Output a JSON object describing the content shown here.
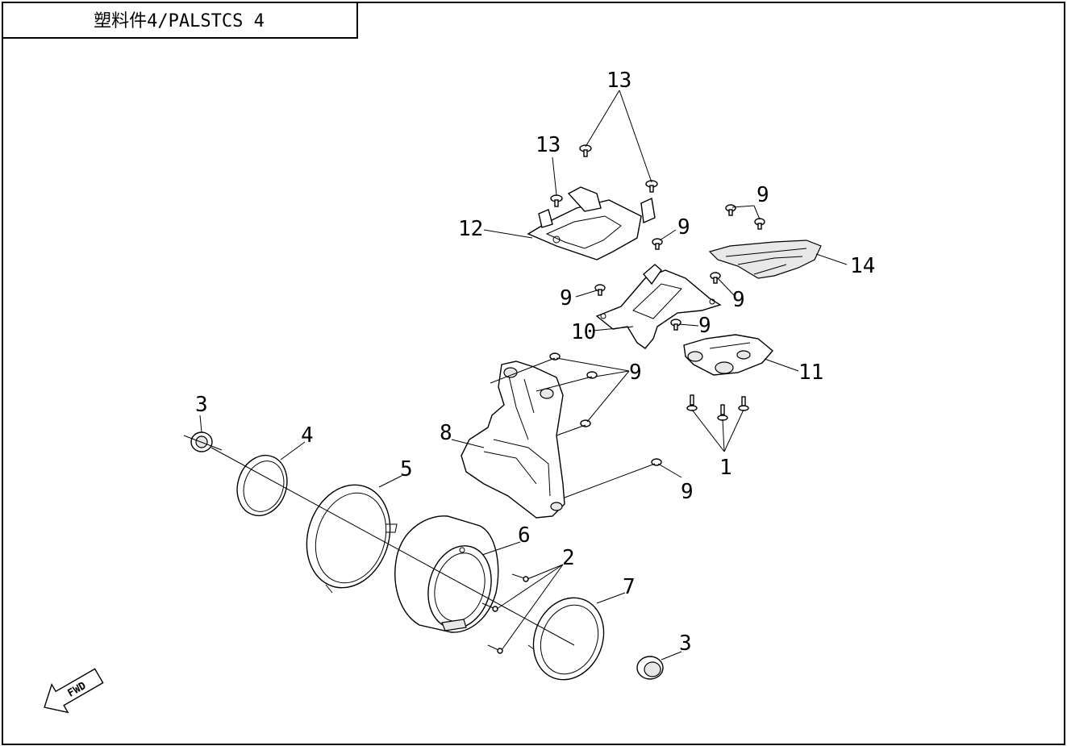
{
  "title": "塑料件4/PALSTCS 4",
  "fwd_label": "FWD",
  "callouts": {
    "c1": "1",
    "c2": "2",
    "c3a": "3",
    "c3b": "3",
    "c4": "4",
    "c5": "5",
    "c6": "6",
    "c7": "7",
    "c8": "8",
    "c9a": "9",
    "c9b": "9",
    "c9c": "9",
    "c9d": "9",
    "c9e": "9",
    "c9f": "9",
    "c9g": "9",
    "c10": "10",
    "c11": "11",
    "c12": "12",
    "c13a": "13",
    "c13b": "13",
    "c14": "14"
  }
}
